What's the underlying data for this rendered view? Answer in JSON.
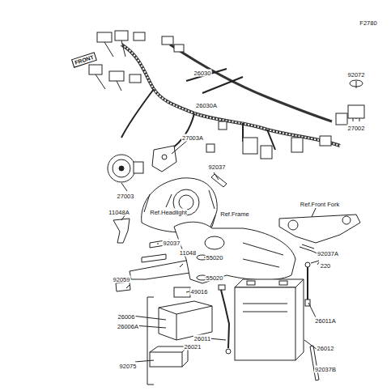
{
  "diagram": {
    "labels": [
      "FRONT",
      "F2780",
      "26030",
      "92072",
      "26030A",
      "27002",
      "27003A",
      "27003",
      "Ref.Headlight",
      "92037",
      "Ref.Front Fork",
      "11048A",
      "Ref.Frame",
      "92037",
      "11048",
      "55020",
      "92037A",
      "220",
      "55020",
      "92059",
      "49016",
      "26006",
      "26006A",
      "26021",
      "26011A",
      "26011",
      "26012",
      "92075",
      "92037B"
    ]
  }
}
